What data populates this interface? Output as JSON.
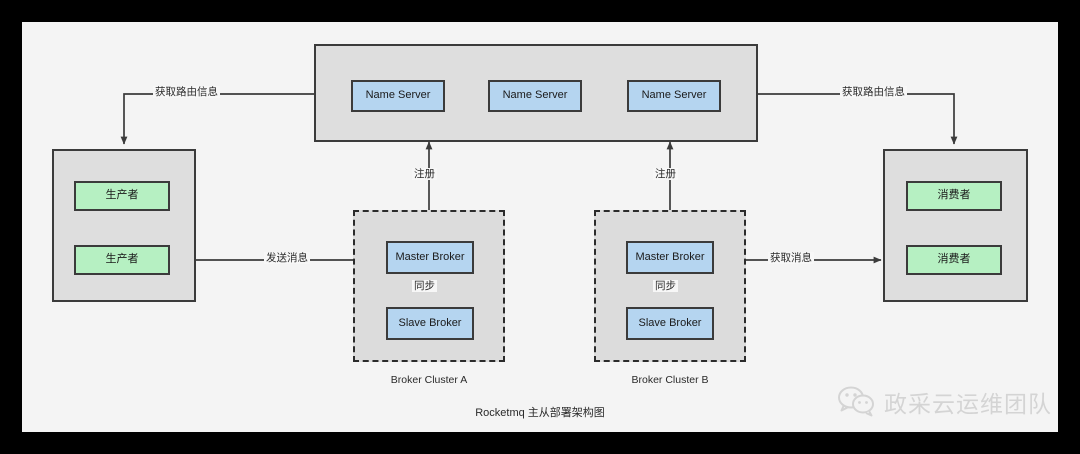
{
  "diagram": {
    "caption": "Rocketmq 主从部署架构图",
    "colors": {
      "canvas": "#f4f4f4",
      "frame": "#000000",
      "group_fill": "#dedede",
      "cluster_fill": "#dcdcdc",
      "node_blue": "#b5d5f0",
      "node_green": "#b6f0c2",
      "stroke": "#3b3b3b"
    },
    "nameserver_group": {
      "name": "nameserver-group",
      "nodes": [
        {
          "label": "Name Server"
        },
        {
          "label": "Name Server"
        },
        {
          "label": "Name Server"
        }
      ]
    },
    "producer_group": {
      "name": "producer-group",
      "nodes": [
        {
          "label": "生产者"
        },
        {
          "label": "生产者"
        }
      ]
    },
    "consumer_group": {
      "name": "consumer-group",
      "nodes": [
        {
          "label": "消费者"
        },
        {
          "label": "消费者"
        }
      ]
    },
    "clusters": [
      {
        "caption": "Broker Cluster A",
        "master": "Master Broker",
        "slave": "Slave Broker",
        "sync_label": "同步",
        "register_label": "注册"
      },
      {
        "caption": "Broker Cluster B",
        "master": "Master Broker",
        "slave": "Slave Broker",
        "sync_label": "同步",
        "register_label": "注册"
      }
    ],
    "edges": {
      "route_left": "获取路由信息",
      "route_right": "获取路由信息",
      "send_message": "发送消息",
      "fetch_message": "获取消息"
    }
  },
  "watermark": {
    "text": "政采云运维团队",
    "icon": "wechat-icon"
  }
}
